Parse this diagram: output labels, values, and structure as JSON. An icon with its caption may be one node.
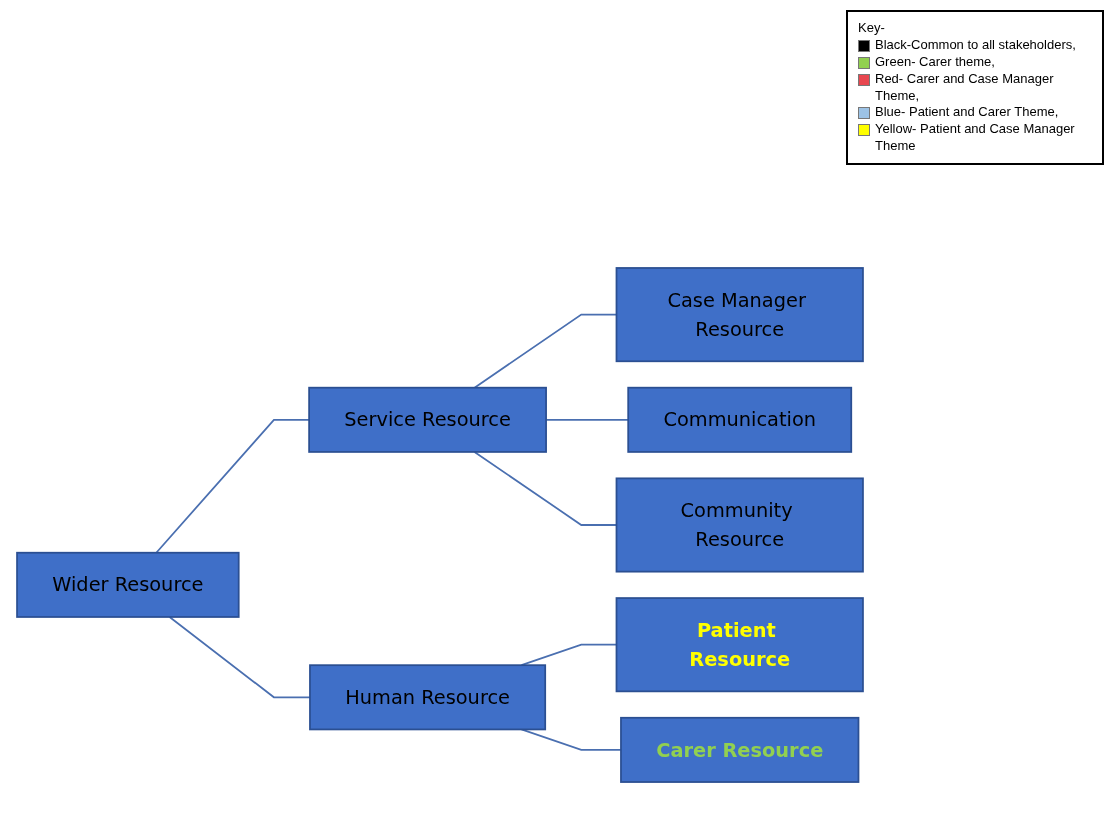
{
  "diagram": {
    "nodes": [
      {
        "text": [
          "Wider Resource"
        ]
      },
      {
        "text": [
          "Service Resource"
        ]
      },
      {
        "text": [
          "Human Resource"
        ]
      },
      {
        "text": [
          "Case Manager Resource"
        ]
      },
      {
        "text": [
          "Communication"
        ]
      },
      {
        "text": [
          "Community Resource"
        ]
      },
      {
        "text": [
          "Patient Resource"
        ]
      },
      {
        "text": [
          "Carer Resource"
        ]
      }
    ],
    "edges": [
      {
        "from": 0,
        "to": 1,
        "arrow": "none"
      },
      {
        "from": 0,
        "to": 2,
        "arrow": "none"
      },
      {
        "from": 1,
        "to": 3,
        "arrow": "none"
      },
      {
        "from": 1,
        "to": 4,
        "arrow": "none"
      },
      {
        "from": 1,
        "to": 5,
        "arrow": "none"
      },
      {
        "from": 2,
        "to": 6,
        "arrow": "none"
      },
      {
        "from": 2,
        "to": 7,
        "arrow": "none"
      }
    ],
    "labels": [
      "Key-"
    ],
    "legend": [
      {
        "text": "Black-Common to all stakeholders,",
        "color": "#000000"
      },
      {
        "text": "Green- Carer theme,",
        "color": "#92d050"
      },
      {
        "text": "Red- Carer and Case Manager Theme,",
        "color": "#e8474f"
      },
      {
        "text": "Blue- Patient and Carer Theme,",
        "color": "#9dc3e6"
      },
      {
        "text": "Yellow- Patient and Case Manager Theme",
        "color": "#ffff00"
      }
    ]
  }
}
